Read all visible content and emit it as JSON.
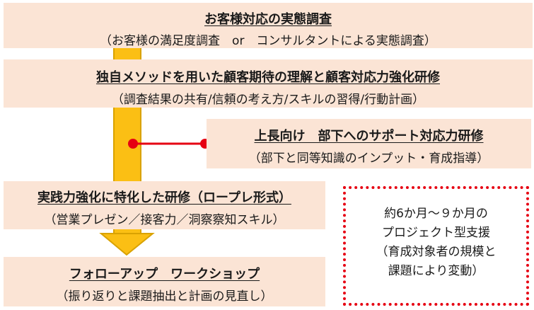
{
  "steps": [
    {
      "title": "お客様対応の実態調査",
      "subtitle": "（お客様の満足度調査　or　コンサルタントによる実態調査）"
    },
    {
      "title": "独自メソッドを用いた顧客期待の理解と顧客対応力強化研修",
      "subtitle": "（調査結果の共有/信頼の考え方/スキルの習得/行動計画）"
    },
    {
      "title": "上長向け　部下へのサポート対応力研修",
      "subtitle": "（部下と同等知識のインプット・育成指導）"
    },
    {
      "title": "実践力強化に特化した研修（ロープレ形式）",
      "subtitle": "（営業プレゼン／接客力／洞察察知スキル）"
    },
    {
      "title": "フォローアップ　ワークショップ",
      "subtitle": "（振り返りと課題抽出と計画の見直し）"
    }
  ],
  "note": {
    "text": "約6か月～９か月の\nプロジェクト型支援\n（育成対象者の規模と\n課題により変動）"
  },
  "colors": {
    "box": "#fbe4d5",
    "bar": "#fbbf14",
    "accent": "#e60012"
  }
}
